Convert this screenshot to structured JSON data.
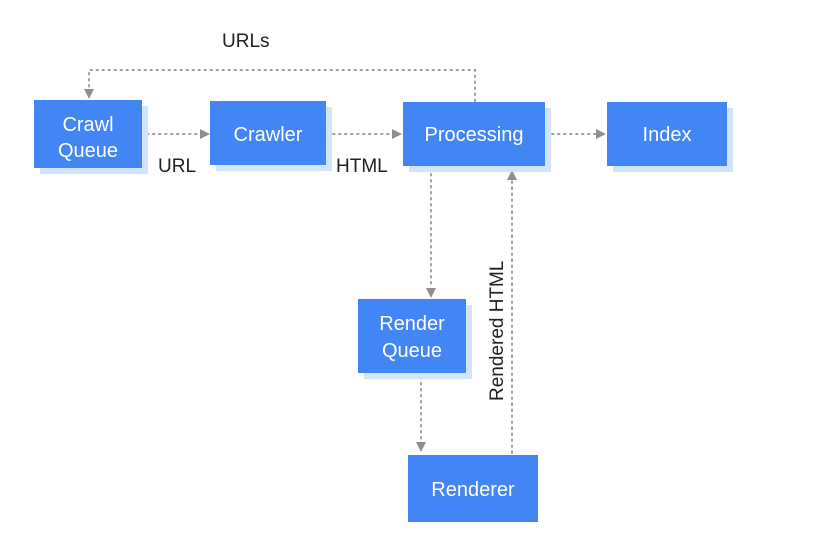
{
  "nodes": {
    "crawl_queue": {
      "line1": "Crawl",
      "line2": "Queue"
    },
    "crawler": {
      "label": "Crawler"
    },
    "processing": {
      "label": "Processing"
    },
    "index": {
      "label": "Index"
    },
    "render_queue": {
      "line1": "Render",
      "line2": "Queue"
    },
    "renderer": {
      "label": "Renderer"
    }
  },
  "edge_labels": {
    "urls": "URLs",
    "url": "URL",
    "html": "HTML",
    "rendered_html": "Rendered HTML"
  },
  "colors": {
    "node_fill": "#4285f4",
    "node_shadow": "#d2e3fc",
    "node_text": "#ffffff",
    "edge_line": "#9aa0a6",
    "label_text": "#202124"
  }
}
